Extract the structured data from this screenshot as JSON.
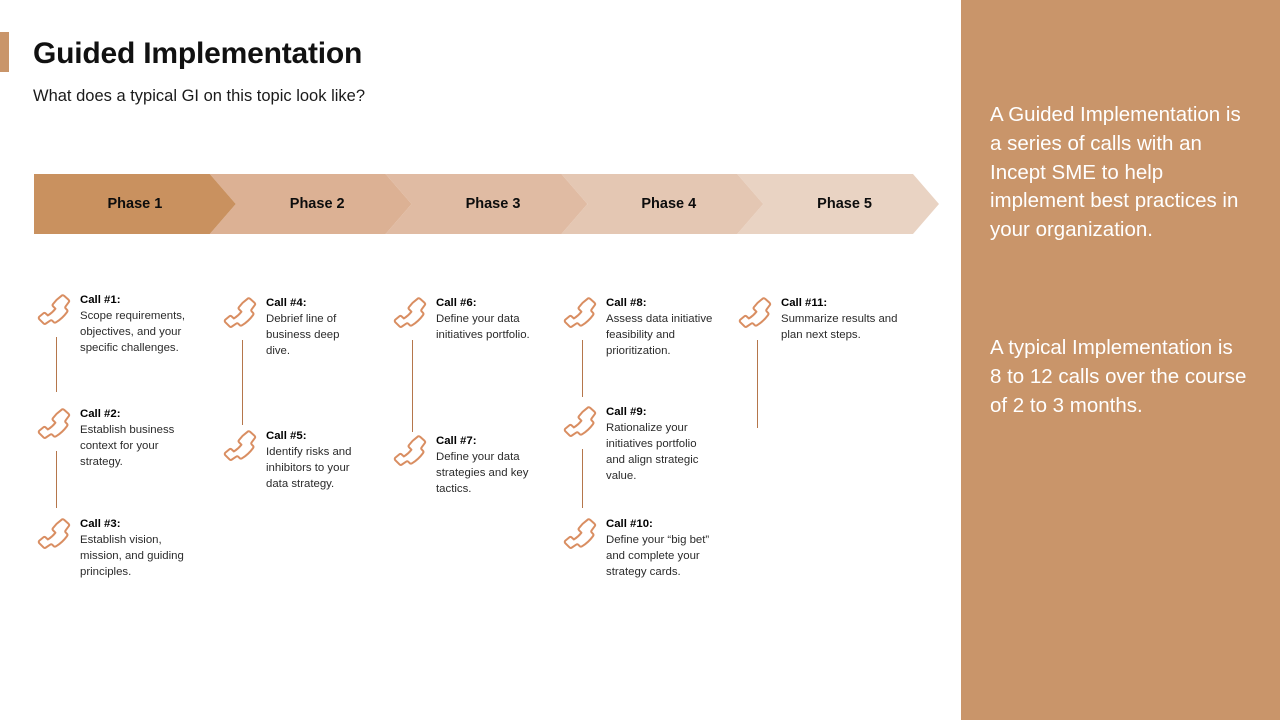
{
  "header": {
    "title": "Guided Implementation",
    "subtitle": "What does a typical GI on this topic look like?",
    "accent_color": "#C9956A"
  },
  "phase_banner": {
    "phases": [
      {
        "label": "Phase 1",
        "color": "#C9915F"
      },
      {
        "label": "Phase 2",
        "color": "#DCB194"
      },
      {
        "label": "Phase 3",
        "color": "#E0BBA3"
      },
      {
        "label": "Phase 4",
        "color": "#E4C7B3"
      },
      {
        "label": "Phase 5",
        "color": "#E9D3C3"
      }
    ]
  },
  "calls": {
    "icon": "phone-call-icon",
    "icon_color": "#D98E62",
    "connector_color": "#B5764B",
    "columns": [
      {
        "items": [
          {
            "head": "Call #1:",
            "body": "Scope requirements, objectives, and your specific challenges."
          },
          {
            "head": "Call #2:",
            "body": "Establish business context for your strategy."
          },
          {
            "head": "Call #3:",
            "body": "Establish vision, mission, and guiding principles."
          }
        ]
      },
      {
        "items": [
          {
            "head": "Call #4:",
            "body": "Debrief line of business deep dive."
          },
          {
            "head": "Call #5:",
            "body": "Identify risks and inhibitors to your data strategy."
          }
        ]
      },
      {
        "items": [
          {
            "head": "Call #6:",
            "body": "Define your data initiatives portfolio."
          },
          {
            "head": "Call #7:",
            "body": "Define your data strategies and key tactics."
          }
        ]
      },
      {
        "items": [
          {
            "head": "Call #8:",
            "body": "Assess data initiative feasibility and prioritization."
          },
          {
            "head": "Call #9:",
            "body": "Rationalize your initiatives portfolio and align strategic value."
          },
          {
            "head": "Call #10:",
            "body": "Define your “big bet” and complete your strategy cards."
          }
        ]
      },
      {
        "items": [
          {
            "head": "Call #11:",
            "body": "Summarize results and plan next steps."
          }
        ]
      }
    ]
  },
  "sidebar": {
    "background_color": "#C9956A",
    "text_color": "#FFFFFF",
    "paragraphs": [
      "A Guided Implementation is a series of calls with an Incept SME to help implement best practices in your organization.",
      "A typical Implementation is 8 to 12 calls over the course of 2 to 3 months."
    ]
  }
}
